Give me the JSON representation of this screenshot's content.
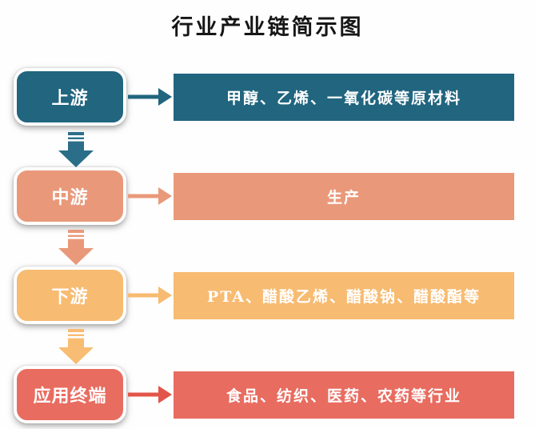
{
  "title": "行业产业链简示图",
  "rows": [
    {
      "stage": "上游",
      "items": "甲醇、乙烯、一氧化碳等原材料",
      "color": "#21657F",
      "arrow_color": "#21657F"
    },
    {
      "stage": "中游",
      "items": "生产",
      "color": "#E9997A",
      "arrow_color": "#E9997A"
    },
    {
      "stage": "下游",
      "items": "PTA、醋酸乙烯、醋酸钠、醋酸酯等",
      "color": "#F7BB71",
      "arrow_color": "#F7BB71"
    },
    {
      "stage": "应用终端",
      "items": "食品、纺织、医药、农药等行业",
      "color": "#E86C60",
      "arrow_color": "#E25649"
    }
  ],
  "flow_arrows": [
    {
      "from": "上游",
      "to": "中游",
      "color": "#2B6E89"
    },
    {
      "from": "中游",
      "to": "下游",
      "color": "#E9997A"
    },
    {
      "from": "下游",
      "to": "应用终端",
      "color": "#F8BC72"
    }
  ],
  "text_color_on_shapes": "#FFFFFF",
  "title_color": "#161616",
  "background_color": "#FEFEFE"
}
